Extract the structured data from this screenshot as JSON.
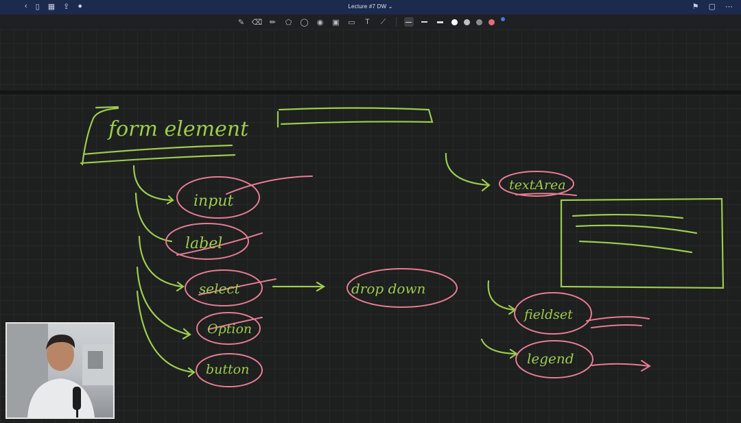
{
  "window": {
    "title": "Lecture #7 DW ⌄"
  },
  "toolbar": {
    "tools": [
      {
        "name": "pen-tool",
        "glyph": "✎"
      },
      {
        "name": "eraser-tool",
        "glyph": "⌫"
      },
      {
        "name": "highlighter-tool",
        "glyph": "✏"
      },
      {
        "name": "shapes-tool",
        "glyph": "⬠"
      },
      {
        "name": "lasso-tool",
        "glyph": "◯"
      },
      {
        "name": "sticker-tool",
        "glyph": "◉"
      },
      {
        "name": "image-tool",
        "glyph": "▣"
      },
      {
        "name": "camera-tool",
        "glyph": "▭"
      },
      {
        "name": "text-tool",
        "glyph": "T"
      },
      {
        "name": "laser-tool",
        "glyph": "⟋"
      }
    ],
    "colors": [
      "#ffffff",
      "#bfbfbf",
      "#8c8c8c",
      "#e66a7b"
    ],
    "accent": "#3c7cf0"
  },
  "board": {
    "labels": {
      "form_element": "form element",
      "input": "input",
      "label": "label",
      "select": "select",
      "option": "Option",
      "button": "button",
      "drop_down": "drop down",
      "textarea": "textArea",
      "fieldset": "fieldset",
      "legend": "legend"
    },
    "ink_colors": {
      "green": "#9ccc4e",
      "pink": "#e77d93"
    }
  }
}
